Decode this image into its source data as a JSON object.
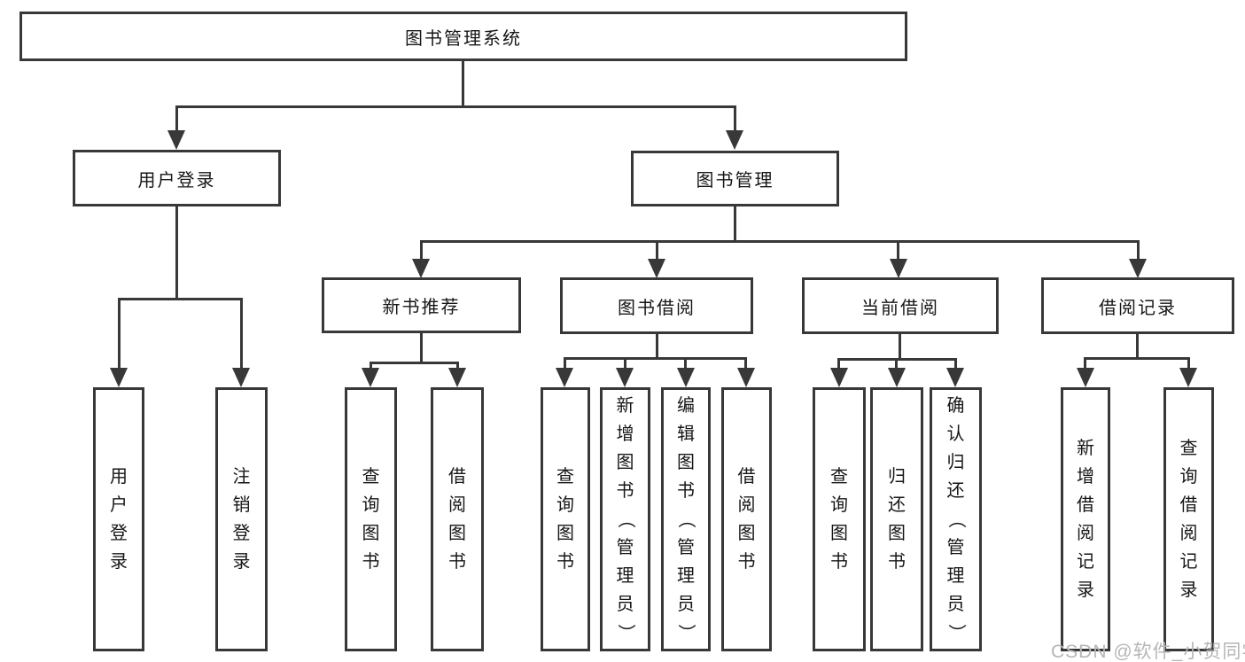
{
  "diagram": {
    "title": "图书管理系统",
    "colors": {
      "line": "#383838",
      "box_border": "#383838",
      "text": "#161616",
      "background": "#ffffff",
      "watermark": "#b6b6b6"
    },
    "watermark": {
      "text": "CSDN @软件_小贺同学"
    },
    "tree": {
      "root": {
        "label": "图书管理系统",
        "children": [
          {
            "label": "用户登录",
            "children": [
              {
                "label": "用户登录"
              },
              {
                "label": "注销登录"
              }
            ]
          },
          {
            "label": "图书管理",
            "children": [
              {
                "label": "新书推荐",
                "children": [
                  {
                    "label": "查询图书"
                  },
                  {
                    "label": "借阅图书"
                  }
                ]
              },
              {
                "label": "图书借阅",
                "children": [
                  {
                    "label": "查询图书"
                  },
                  {
                    "label": "新增图书（管理员）"
                  },
                  {
                    "label": "编辑图书（管理员）"
                  },
                  {
                    "label": "借阅图书"
                  }
                ]
              },
              {
                "label": "当前借阅",
                "children": [
                  {
                    "label": "查询图书"
                  },
                  {
                    "label": "归还图书"
                  },
                  {
                    "label": "确认归还（管理员）"
                  }
                ]
              },
              {
                "label": "借阅记录",
                "children": [
                  {
                    "label": "新增借阅记录"
                  },
                  {
                    "label": "查询借阅记录"
                  }
                ]
              }
            ]
          }
        ]
      }
    }
  }
}
